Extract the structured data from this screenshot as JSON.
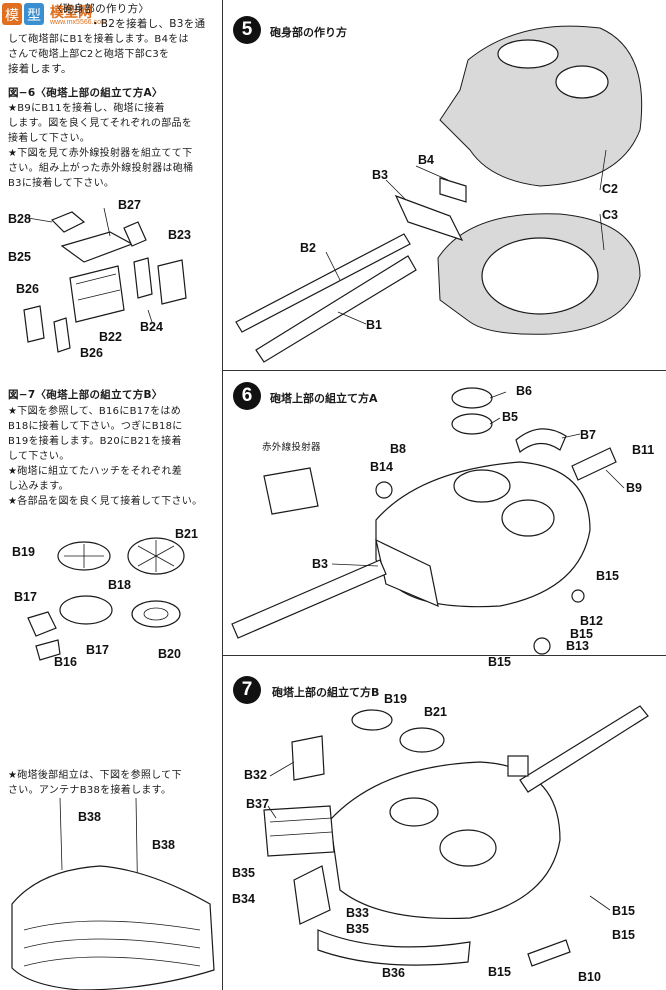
{
  "left_column": {
    "intro_text": [
      "〈砲身部の作り方〉",
      "・B2を接着し、B3を通",
      "して砲塔部にB1を接着します。B4をは",
      "さんで砲塔上部C2と砲塔下部C3を",
      "接着します。"
    ],
    "fig6": {
      "heading": "図−6〈砲塔上部の組立て方A〉",
      "lines": [
        "★B9にB11を接着し、砲塔に接着",
        "します。図を良く見てそれぞれの部品を",
        "接着して下さい。",
        "★下図を見て赤外線投射器を組立てて下",
        "さい。組み上がった赤外線投射器は砲桶",
        "B3に接着して下さい。"
      ],
      "labels": [
        "B27",
        "B28",
        "B23",
        "B25",
        "B26",
        "B22",
        "B24",
        "B26"
      ]
    },
    "fig7": {
      "heading": "図−7〈砲塔上部の組立て方B〉",
      "lines": [
        "★下図を参照して、B16にB17をはめ",
        "B18に接着して下さい。つぎにB18に",
        "B19を接着します。B20にB21を接着",
        "して下さい。",
        "★砲塔に組立てたハッチをそれぞれ差",
        "し込みます。",
        "★各部品を図を良く見て接着して下さい。"
      ],
      "labels": [
        "B21",
        "B19",
        "B18",
        "B17",
        "B17",
        "B20",
        "B16"
      ]
    },
    "rear": {
      "lines": [
        "★砲塔後部組立は、下図を参照して下",
        "さい。アンテナB38を接着します。"
      ],
      "labels": [
        "B38",
        "B38"
      ]
    }
  },
  "step5": {
    "number": "5",
    "title": "砲身部の作り方",
    "labels": [
      "C2",
      "C3",
      "B4",
      "B3",
      "B2",
      "B1"
    ]
  },
  "step6": {
    "number": "6",
    "title": "砲塔上部の組立て方A",
    "ir_label": "赤外線投射器",
    "labels": [
      "B6",
      "B5",
      "B7",
      "B11",
      "B8",
      "B14",
      "B9",
      "B3",
      "B15",
      "B12",
      "B15",
      "B13",
      "B15"
    ]
  },
  "step7": {
    "number": "7",
    "title": "砲塔上部の組立て方B",
    "labels": [
      "B19",
      "B21",
      "B32",
      "B37",
      "B35",
      "B34",
      "B33",
      "B35",
      "B36",
      "B15",
      "B15",
      "B15",
      "B10"
    ]
  },
  "watermark": {
    "text": "模型网",
    "sub": "www.mx5566.com"
  }
}
